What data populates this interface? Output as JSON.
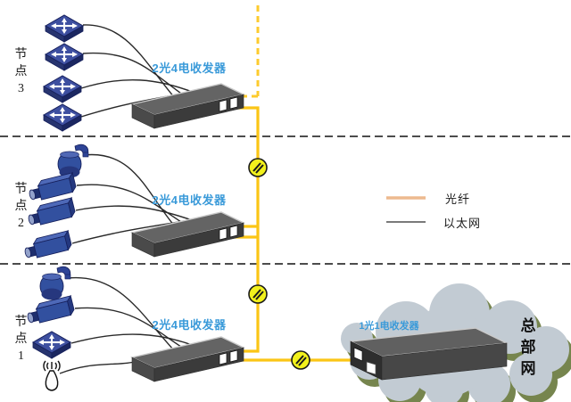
{
  "title": "optical-fiber-ethernet-topology",
  "colors": {
    "fiber_line": "#FBC516",
    "fiber_legend_line": "#EDBA8F",
    "ethernet_line": "#2A2A2A",
    "connector_fill": "#F2F11C",
    "transceiver_label_blue": "#3A9AD9",
    "device_blue": "#32509F",
    "transceiver_gray": "#646464",
    "cloud_fill": "#C2CBD3",
    "cloud_shadow": "#76854E"
  },
  "legend": {
    "fiber": "光纤",
    "ethernet": "以太网"
  },
  "nodes": [
    {
      "label": "节点3",
      "transceiver": "2光4电收发器",
      "devices": [
        "ethernet-switch",
        "ethernet-switch",
        "ethernet-switch",
        "ethernet-switch"
      ]
    },
    {
      "label": "节点2",
      "transceiver": "2光4电收发器",
      "devices": [
        "dome-camera",
        "box-camera",
        "box-camera",
        "box-camera"
      ]
    },
    {
      "label": "节点1",
      "transceiver": "2光4电收发器",
      "devices": [
        "dome-camera",
        "box-camera",
        "ethernet-switch",
        "wireless-antenna"
      ]
    }
  ],
  "headquarters": {
    "cloud_label": "总部网",
    "transceiver": "1光1电收发器"
  }
}
